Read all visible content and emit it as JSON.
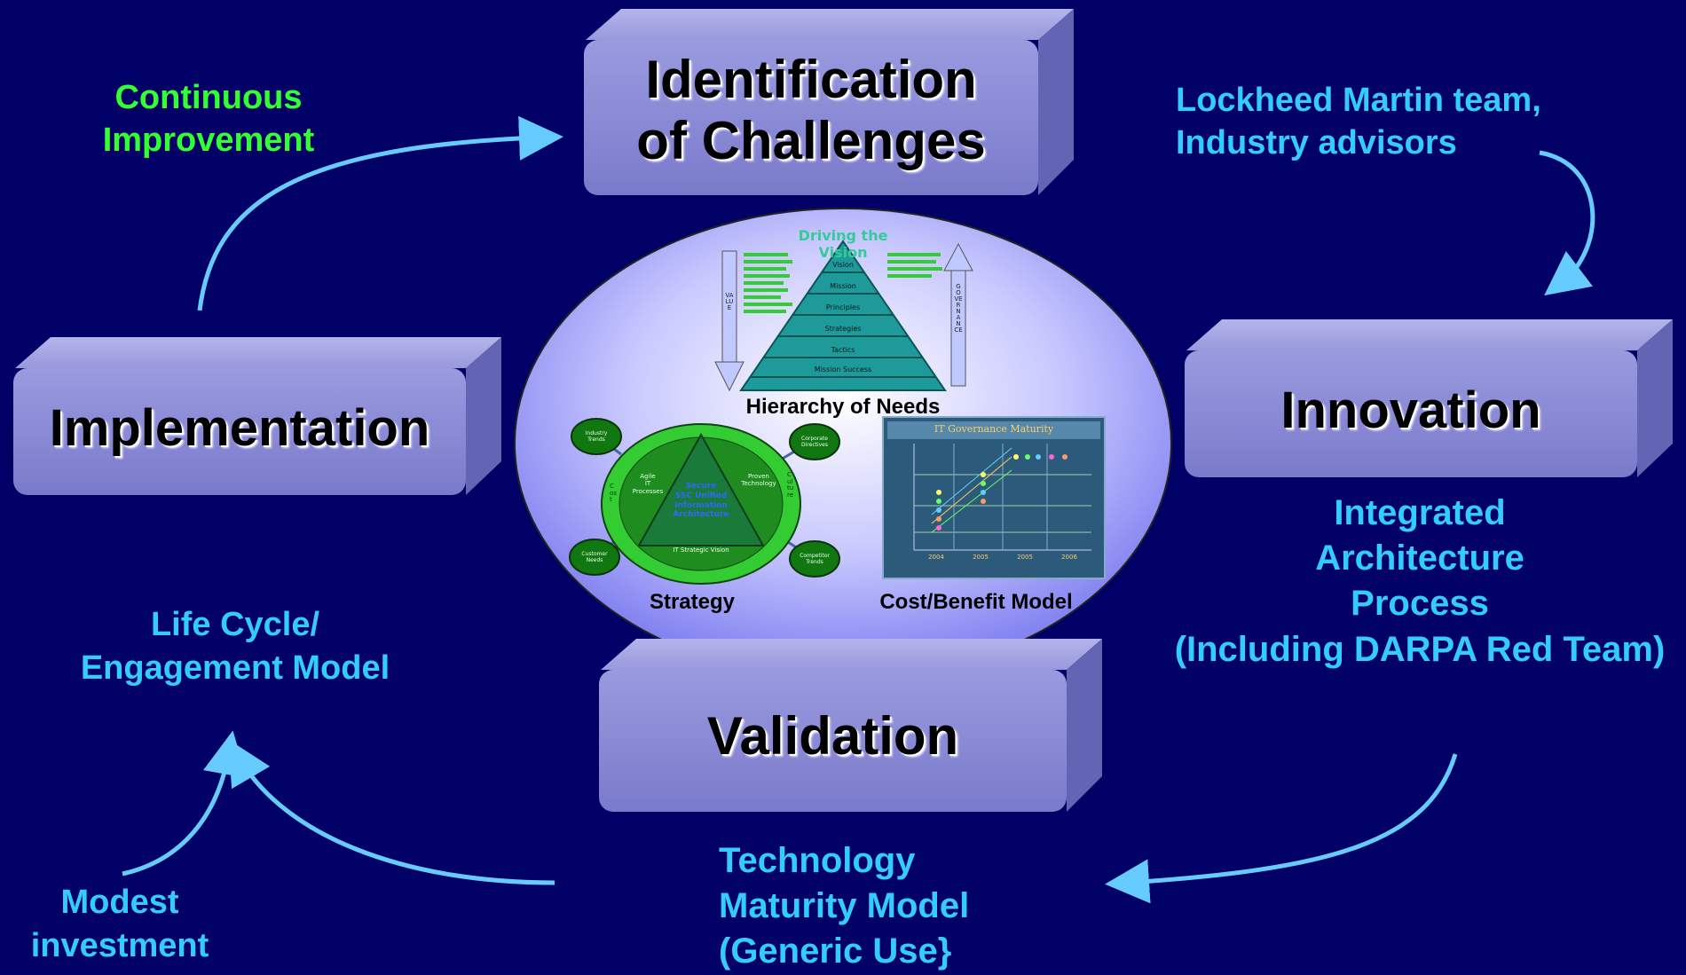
{
  "stages": {
    "identification": "Identification of Challenges",
    "identification_line1": "Identification",
    "identification_line2": "of Challenges",
    "innovation": "Innovation",
    "validation": "Validation",
    "implementation": "Implementation"
  },
  "annotations": {
    "continuous_improvement": [
      "Continuous",
      "Improvement"
    ],
    "lockheed": [
      "Lockheed Martin team,",
      "Industry advisors"
    ],
    "integrated": [
      "Integrated",
      "Architecture",
      "Process",
      "(Including DARPA Red Team)"
    ],
    "technology": [
      "Technology",
      "Maturity Model",
      "(Generic Use}"
    ],
    "life_cycle": [
      "Life Cycle/",
      "Engagement Model"
    ],
    "modest": [
      "Modest",
      "investment"
    ]
  },
  "center": {
    "hierarchy_title": "Driving the Vision",
    "hierarchy_label": "Hierarchy of Needs",
    "pyramid_levels": [
      "Vision",
      "Mission",
      "Principles",
      "Strategies",
      "Tactics",
      "Mission Success"
    ],
    "left_arrow_text": "VALUE",
    "right_arrow_text": "GOVERNANCE",
    "strategy_label": "Strategy",
    "strategy_center": [
      "Secure",
      "SSC Unified",
      "Information",
      "Architecture"
    ],
    "strategy_left": [
      "Agile",
      "IT",
      "Processes"
    ],
    "strategy_right": [
      "Proven",
      "Technology"
    ],
    "strategy_bottom": "IT Strategic Vision",
    "strategy_bubbles": [
      "Industry Trends",
      "Corporate Directives",
      "Customer Needs",
      "Competitor Trends"
    ],
    "strategy_ring_left": "Cost",
    "strategy_ring_right": "Culture",
    "cost_label": "Cost/Benefit Model",
    "cost_chart_title": "IT Governance Maturity",
    "cost_years": [
      "2004",
      "2005",
      "2005",
      "2006"
    ]
  },
  "colors": {
    "background": "#000066",
    "box_face": "#8a8ad6",
    "arrow": "#66ccff",
    "green_text": "#33ff33",
    "cyan_text": "#33ccff"
  }
}
